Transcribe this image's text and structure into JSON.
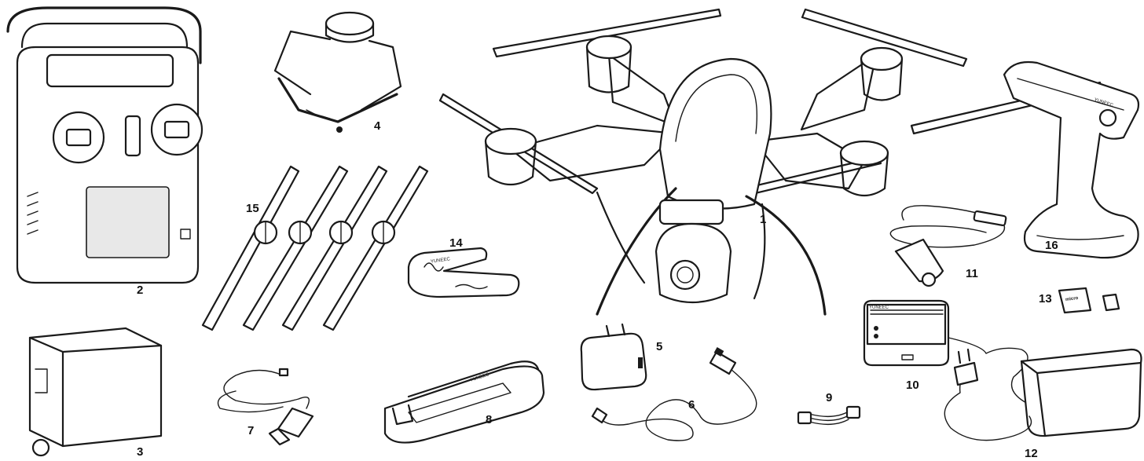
{
  "colors": {
    "ink": "#1a1a1a",
    "background": "#ffffff"
  },
  "callouts": [
    "1",
    "2",
    "3",
    "4",
    "5",
    "6",
    "7",
    "8",
    "9",
    "10",
    "11",
    "12",
    "13",
    "14",
    "15",
    "16"
  ],
  "printed_marks": {
    "battery_brand": "YUNEEC",
    "charger_brand": "YUNEEC",
    "stand_brand": "YUNEEC",
    "wrench_brand": "YUNEEC",
    "card_text": "micro"
  },
  "items": [
    {
      "callout": "1",
      "icon": "quadcopter-drone-icon"
    },
    {
      "callout": "2",
      "icon": "remote-controller-icon"
    },
    {
      "callout": "3",
      "icon": "sun-shade-icon"
    },
    {
      "callout": "4",
      "icon": "neck-strap-icon"
    },
    {
      "callout": "5",
      "icon": "usb-power-adapter-icon"
    },
    {
      "callout": "6",
      "icon": "usb-cable-icon"
    },
    {
      "callout": "7",
      "icon": "usb-charging-cable-icon"
    },
    {
      "callout": "8",
      "icon": "flight-battery-icon"
    },
    {
      "callout": "9",
      "icon": "connector-cable-icon"
    },
    {
      "callout": "10",
      "icon": "battery-charger-icon"
    },
    {
      "callout": "11",
      "icon": "car-charger-cable-icon"
    },
    {
      "callout": "12",
      "icon": "power-supply-icon"
    },
    {
      "callout": "13",
      "icon": "microsd-card-icon"
    },
    {
      "callout": "14",
      "icon": "propeller-wrench-icon"
    },
    {
      "callout": "15",
      "icon": "propellers-icon"
    },
    {
      "callout": "16",
      "icon": "wizard-handheld-icon"
    }
  ]
}
